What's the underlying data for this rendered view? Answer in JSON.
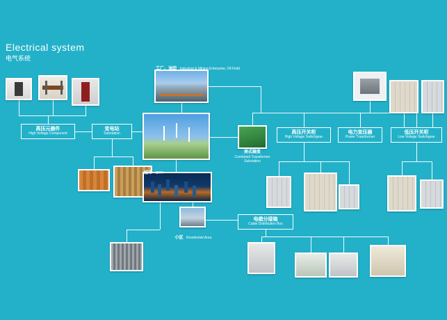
{
  "page": {
    "title": "Electrical system",
    "subtitle": "电气系统"
  },
  "labels": {
    "industrial": {
      "zh": "工厂、油田",
      "en": "Industrial & Mining Enterprise, Oil Field"
    },
    "high_voltage_component": {
      "zh": "高压元器件",
      "en": "High Voltage Component"
    },
    "substation": {
      "zh": "变电站",
      "en": "Substation"
    },
    "city": {
      "zh": "城市",
      "en": "CITY"
    },
    "residential": {
      "zh": "小区",
      "en": "Residential Area"
    },
    "compact_substation": {
      "zh": "美式箱变",
      "en1": "Combined Transformer",
      "en2": "Substation"
    },
    "high_voltage_switchgear": {
      "zh": "高压开关柜",
      "en": "High Voltage Switchgear"
    },
    "power_transformer": {
      "zh": "电力变压器",
      "en": "Power Transformer"
    },
    "low_voltage_switchgear": {
      "zh": "低压开关柜",
      "en": "Low Voltage Switchgear"
    },
    "cable_distribution_box": {
      "zh": "电缆分接箱",
      "en": "Cable Distribution Box"
    }
  },
  "colors": {
    "background": "#23b1c9",
    "line": "#ffffff"
  },
  "photos": [
    "high-voltage-fuse",
    "disconnect-switch",
    "surge-arrester",
    "industrial-area",
    "wind-solar-farm",
    "compact-substation-unit",
    "oil-transformer",
    "switchgear-cabinet-a",
    "switchgear-cabinet-b",
    "container-substation",
    "busbar-rack",
    "city-night",
    "residential-buildings",
    "distribution-transformer",
    "hv-cabinet-1",
    "hv-cabinet-2",
    "hv-cabinet-3",
    "lv-cabinet-1",
    "lv-cabinet-2",
    "outdoor-box-1",
    "outdoor-box-2",
    "outdoor-box-3",
    "outdoor-box-4"
  ]
}
